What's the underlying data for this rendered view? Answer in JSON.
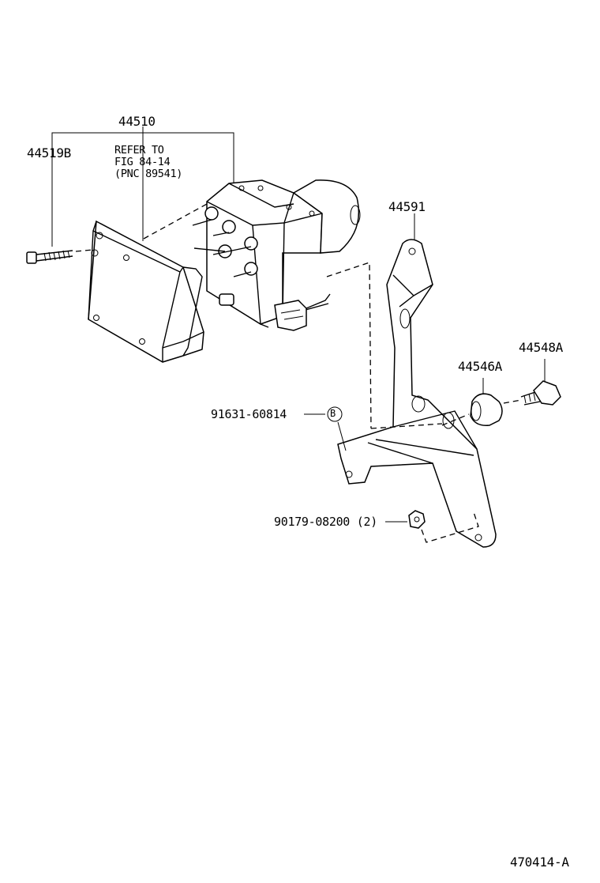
{
  "part_numbers": {
    "assembly": "44510",
    "bolt_long": "44519B",
    "bracket": "44591",
    "bolt_flange": "44548A",
    "cushion": "44546A",
    "bolt_b": "91631-60814",
    "marker_b": "B",
    "nut": "90179-08200 (2)"
  },
  "refer_note": {
    "line1": "REFER TO",
    "line2": "FIG 84-14",
    "line3": "(PNC 89541)"
  },
  "figure_id": "470414-A"
}
